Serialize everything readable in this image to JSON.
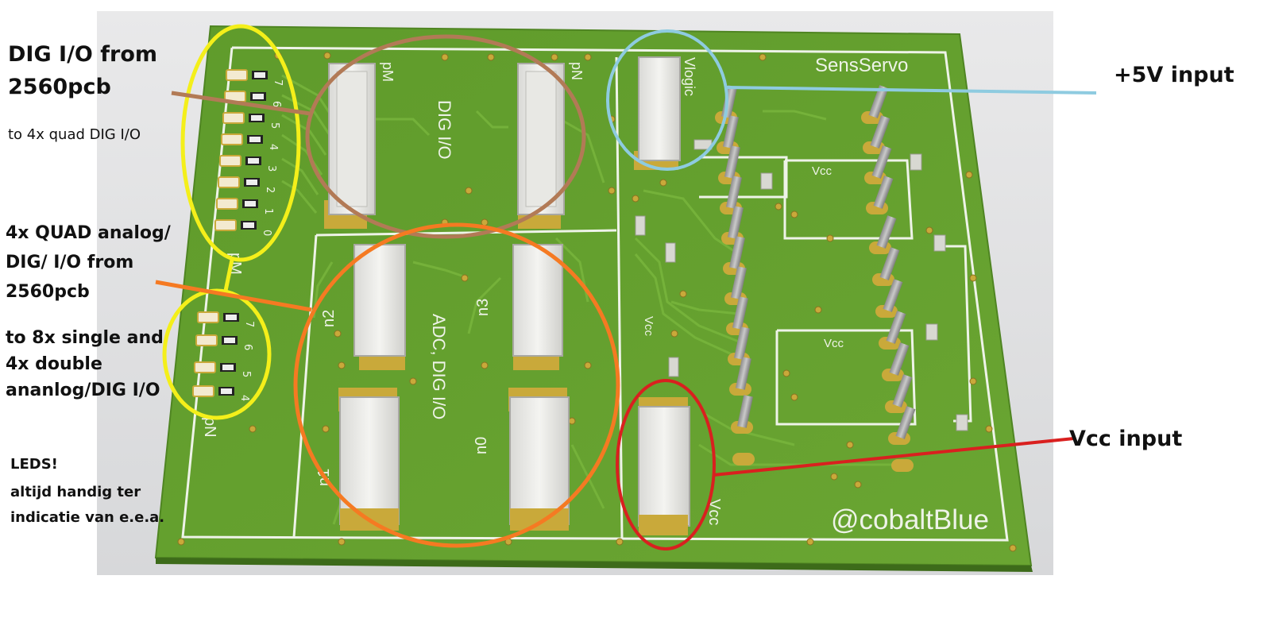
{
  "board": {
    "labels": {
      "pM_header": "pM",
      "pN_header": "pN",
      "dig_io": "DIG I/O",
      "pM_side": "pM",
      "pN_side": "pN",
      "vlogic": "Vlogic",
      "sensservo": "SensServo",
      "vcc_top": "Vcc",
      "vcc_mid": "Vcc",
      "vcc_side": "Vcc",
      "vcc_bottom": "Vcc",
      "n2": "n2",
      "n3": "n3",
      "n1": "n1",
      "n0": "n0",
      "adc": "ADC, DIG I/O",
      "credit": "@cobaltBlue"
    },
    "led_numbers_top": [
      "7",
      "6",
      "5",
      "4",
      "3",
      "2",
      "1",
      "0"
    ],
    "led_numbers_bottom": [
      "7",
      "6",
      "5",
      "4"
    ]
  },
  "annotations": {
    "dig_title_1": "DIG I/O from",
    "dig_title_2": "2560pcb",
    "dig_sub": "to 4x quad DIG I/O",
    "quad_1": "4x QUAD analog/",
    "quad_2": "DIG/ I/O from",
    "quad_3": "2560pcb",
    "single_1": "to 8x single and",
    "single_2": "4x double",
    "single_3": "ananlog/DIG I/O",
    "leds_1": "LEDS!",
    "leds_2": "altijd handig ter",
    "leds_3": "indicatie van e.e.a.",
    "plus5v": "+5V input",
    "vcc_input": "Vcc input"
  },
  "colors": {
    "board": "#5e9a2a",
    "trace": "#6eaa35",
    "silkscreen": "#eef3e8",
    "pad": "#c9a93a",
    "yellow_marker": "#f4ef1a",
    "brown_marker": "#b27a56",
    "light_blue_marker": "#8ecbe0",
    "orange_marker": "#f57a22",
    "red_marker": "#d9201f"
  }
}
